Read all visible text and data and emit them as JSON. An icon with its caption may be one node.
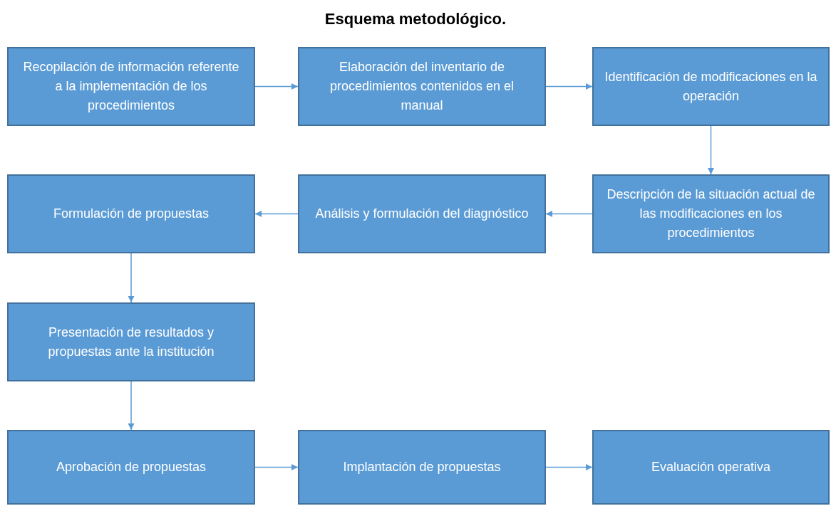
{
  "diagram": {
    "title": "Esquema metodológico.",
    "nodes": [
      {
        "text": [
          "Recopilación de información referente a la implementación de los procedimientos"
        ]
      },
      {
        "text": [
          "Elaboración del inventario de procedimientos contenidos en el manual"
        ]
      },
      {
        "text": [
          "Identificación de modificaciones en la operación"
        ]
      },
      {
        "text": [
          "Descripción de la situación actual de las modificaciones en los procedimientos"
        ]
      },
      {
        "text": [
          "Análisis y formulación del diagnóstico"
        ]
      },
      {
        "text": [
          "Formulación de propuestas"
        ]
      },
      {
        "text": [
          "Presentación de resultados y propuestas ante la institución"
        ]
      },
      {
        "text": [
          "Aprobación de propuestas"
        ]
      },
      {
        "text": [
          "Implantación de propuestas"
        ]
      },
      {
        "text": [
          "Evaluación operativa"
        ]
      }
    ],
    "edges": [
      {
        "from": 0,
        "to": 1,
        "arrow": "to"
      },
      {
        "from": 1,
        "to": 2,
        "arrow": "to"
      },
      {
        "from": 2,
        "to": 3,
        "arrow": "to"
      },
      {
        "from": 3,
        "to": 4,
        "arrow": "to"
      },
      {
        "from": 4,
        "to": 5,
        "arrow": "to"
      },
      {
        "from": 5,
        "to": 6,
        "arrow": "to"
      },
      {
        "from": 6,
        "to": 7,
        "arrow": "to"
      },
      {
        "from": 7,
        "to": 8,
        "arrow": "to"
      },
      {
        "from": 8,
        "to": 9,
        "arrow": "to"
      }
    ]
  }
}
